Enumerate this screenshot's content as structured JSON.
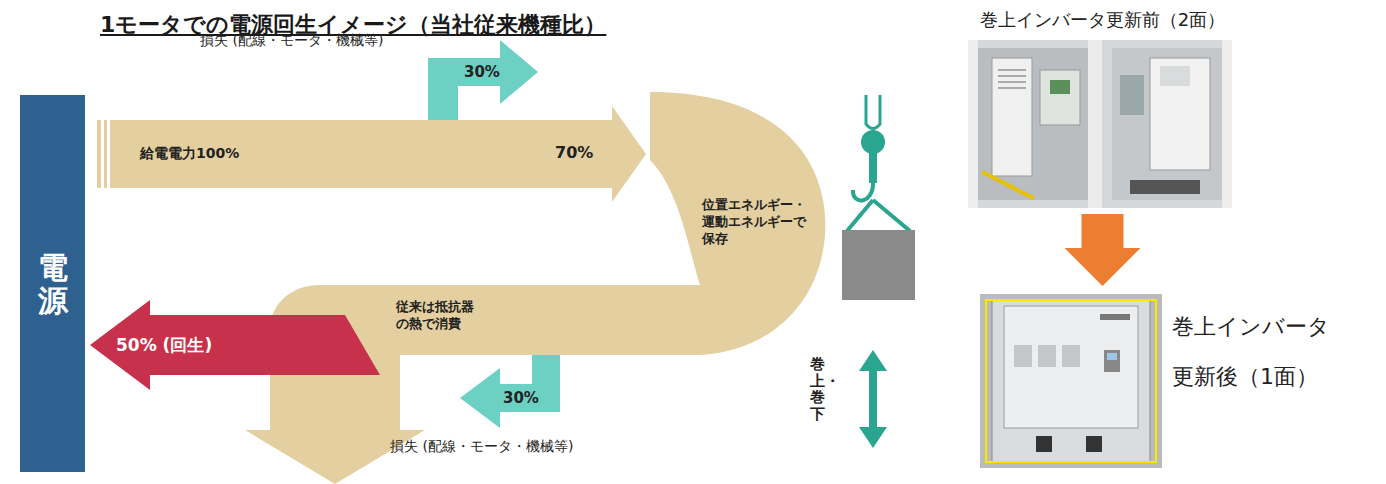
{
  "diagram": {
    "title": "1モータでの電源回生イメージ（当社従来機種比）",
    "nodes": [
      {
        "text": [
          "電源"
        ]
      },
      {
        "text": [
          "給電電力100%",
          "70%",
          "位置エネルギー・運動エネルギーで保存",
          "従来は抵抗器の熱で消費"
        ]
      },
      {
        "text": [
          "30%"
        ]
      },
      {
        "text": [
          "50% (回生)"
        ]
      },
      {
        "text": [
          "30%"
        ]
      },
      {
        "text": [
          "巻上インバータ更新前（2面）"
        ]
      },
      {
        "text": [
          "巻上インバータ 更新後（1面）"
        ]
      }
    ],
    "edges": [
      {
        "from": 5,
        "to": 6,
        "arrow": "to"
      }
    ],
    "labels": [
      "損失 (配線・モータ・機械等)",
      "損失 (配線・モータ・機械等)",
      "巻上・巻下"
    ]
  }
}
